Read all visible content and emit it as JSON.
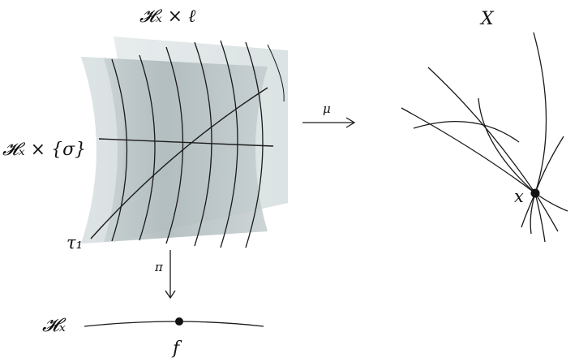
{
  "labels": {
    "top_product": "𝓗ₓ × ℓ",
    "section": "𝓗ₓ × {σ}",
    "tau": "τ₁",
    "pi": "π",
    "mu": "μ",
    "X": "X",
    "x": "x",
    "Hx": "𝓗ₓ",
    "f": "f"
  }
}
